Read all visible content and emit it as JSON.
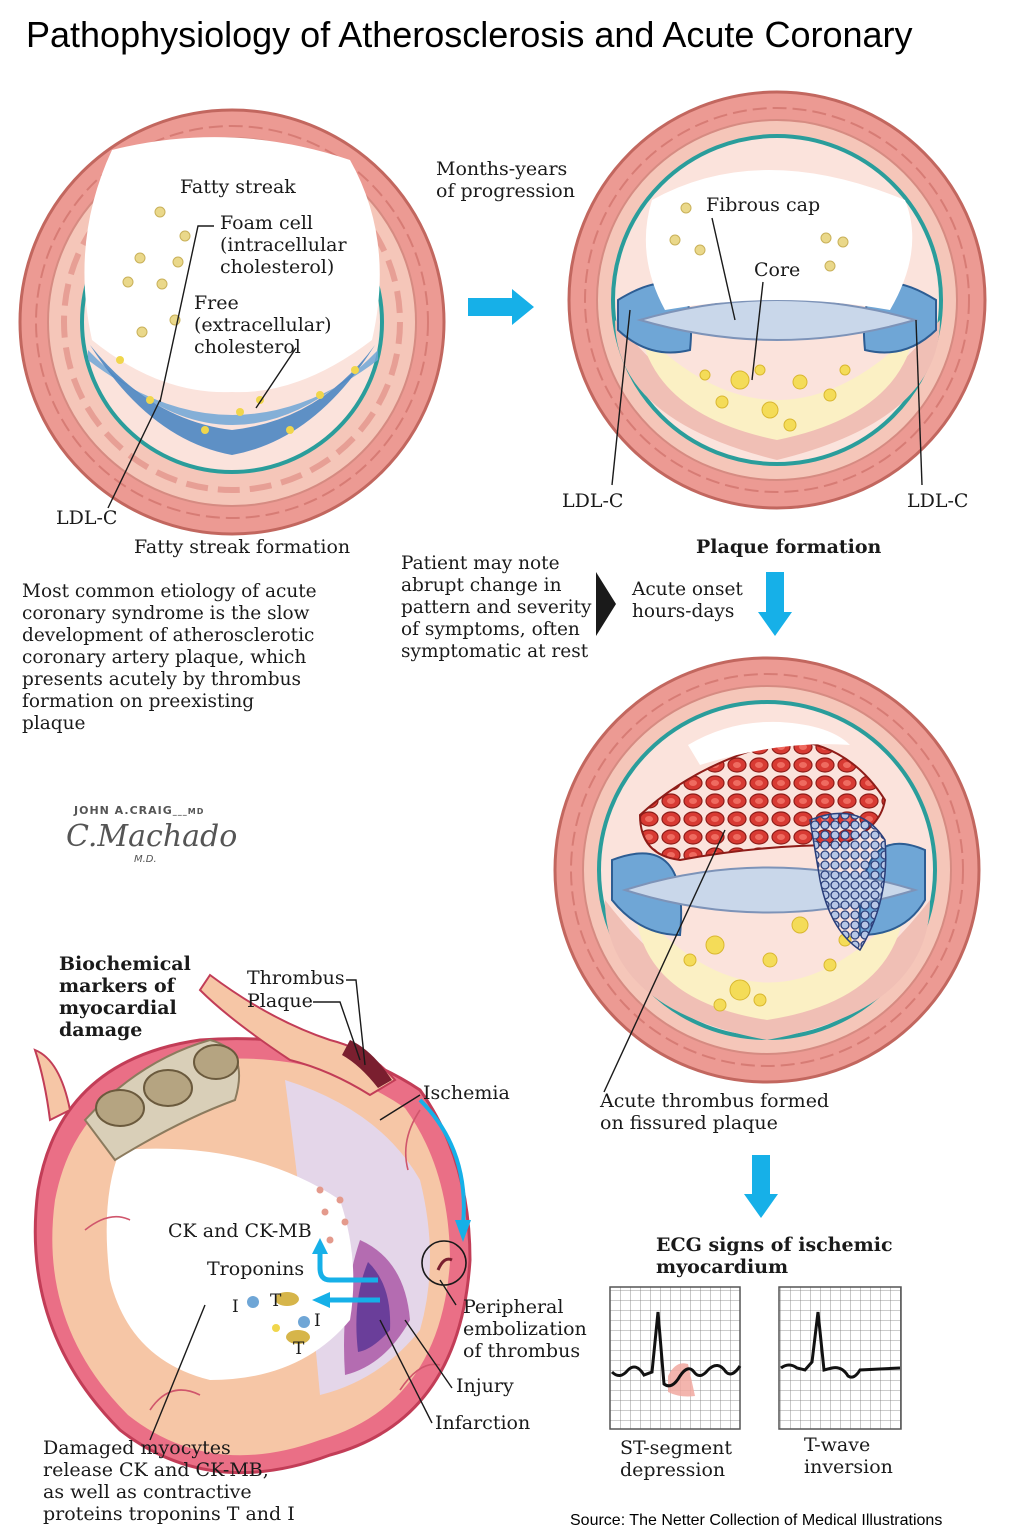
{
  "title": "Pathophysiology of Atherosclerosis and Acute Coronary",
  "source": "Source: The Netter Collection of Medical Illustrations",
  "signature": "JOHN A.CRAIG MD  C.Machado M.D.",
  "panel_fatty_streak": {
    "caption": "Fatty streak formation",
    "labels": {
      "fatty_streak": "Fatty streak",
      "foam_cell": "Foam cell\n(intracellular\ncholesterol)",
      "free_cholesterol": "Free\n(extracellular)\ncholesterol",
      "ldl_c": "LDL-C"
    }
  },
  "progression": "Months-years\nof progression",
  "panel_plaque": {
    "caption": "Plaque formation",
    "labels": {
      "fibrous_cap": "Fibrous cap",
      "core": "Core",
      "ldl_c_left": "LDL-C",
      "ldl_c_right": "LDL-C"
    }
  },
  "etiology_text": "Most common etiology of acute\ncoronary syndrome is the slow\ndevelopment of atherosclerotic\ncoronary artery plaque, which\npresents acutely by thrombus\nformation on preexisting\nplaque",
  "patient_note": "Patient may note\nabrupt change in\npattern and severity\nof symptoms, often\nsymptomatic at rest",
  "acute_onset": "Acute onset\nhours-days",
  "panel_thrombus": {
    "caption": "Acute thrombus formed\non fissured plaque"
  },
  "heart_panel": {
    "heading": "Biochemical\nmarkers of\nmyocardial\ndamage",
    "labels": {
      "thrombus": "Thrombus",
      "plaque": "Plaque",
      "ischemia": "Ischemia",
      "ck": "CK and CK-MB",
      "troponins": "Troponins",
      "peripheral": "Peripheral\nembolization\nof thrombus",
      "injury": "Injury",
      "infarction": "Infarction",
      "troponin_i1": "I",
      "troponin_t1": "T",
      "troponin_i2": "I",
      "troponin_t2": "T"
    },
    "caption": "Damaged myocytes\nrelease CK and CK-MB,\nas well as contractive\nproteins troponins T and I"
  },
  "ecg": {
    "heading": "ECG signs of ischemic\nmyocardium",
    "st_label": "ST-segment\ndepression",
    "t_label": "T-wave\ninversion"
  },
  "colors": {
    "arrow": "#16b0e8",
    "adventitia": "#e98a86",
    "media": "#f3bdb1",
    "intima_line": "#2a9d9b",
    "foam_cell": "#6fa6d6",
    "lipid": "#f4dc58",
    "thrombus": "#c9312d"
  }
}
